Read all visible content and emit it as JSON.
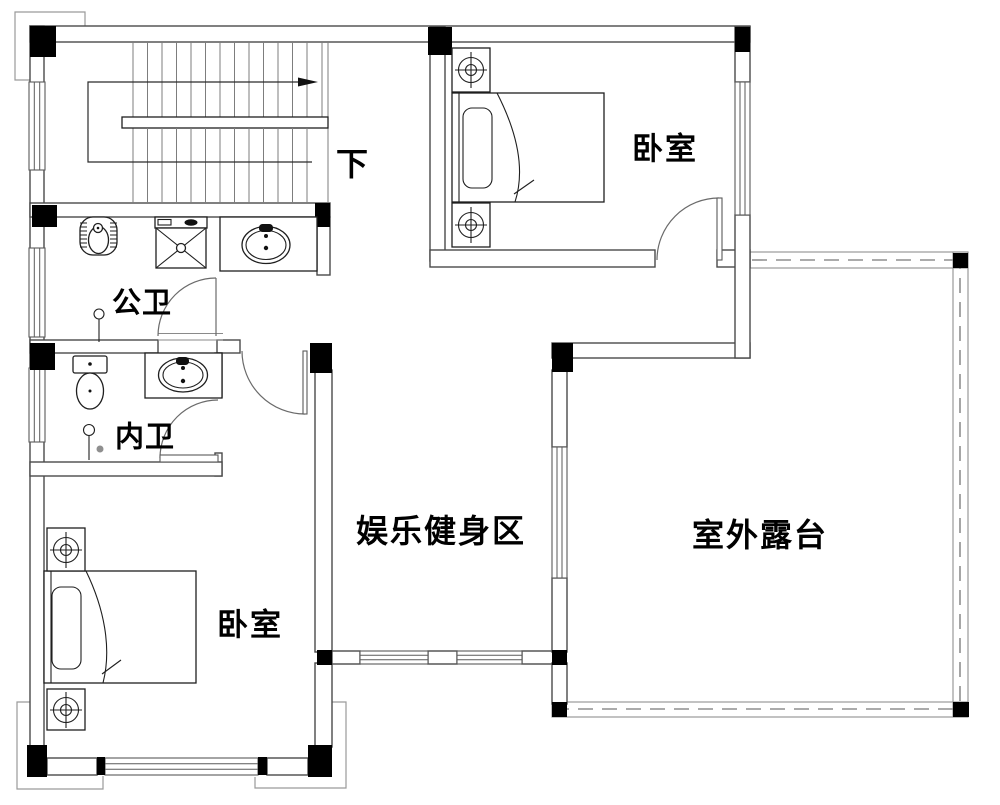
{
  "drawing_type": "floor-plan",
  "colors": {
    "background": "#ffffff",
    "wall_line": "#4a4a4a",
    "thin_line": "#8a8a8a",
    "fixture_line": "#1f1f1f",
    "column_fill": "#000000",
    "terrace_dashed_line": "#8f8f8f",
    "text": "#000000"
  },
  "rooms": {
    "bedroom_top_right": "卧室",
    "bedroom_bottom_left": "卧室",
    "public_bathroom": "公卫",
    "private_bathroom": "内卫",
    "fitness_area": "娱乐健身区",
    "outdoor_terrace": "室外露台"
  },
  "annotations": {
    "stair_direction": "下"
  }
}
